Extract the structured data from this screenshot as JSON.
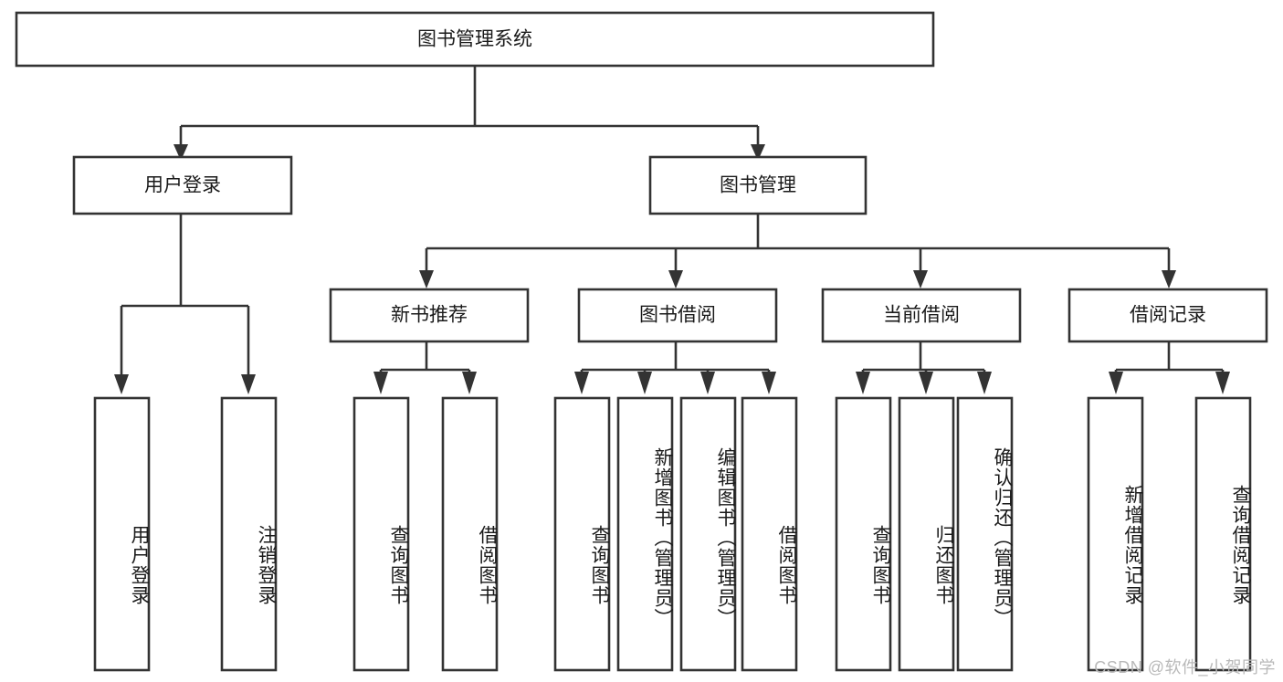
{
  "diagram": {
    "title": "图书管理系统",
    "type": "hierarchy-tree",
    "orientation": "top-down",
    "root": {
      "label": "图书管理系统"
    },
    "level2": [
      {
        "label": "用户登录"
      },
      {
        "label": "图书管理"
      }
    ],
    "level3": [
      {
        "label": "新书推荐"
      },
      {
        "label": "图书借阅"
      },
      {
        "label": "当前借阅"
      },
      {
        "label": "借阅记录"
      }
    ],
    "leaves": {
      "user_login": [
        {
          "label": "用户登录"
        },
        {
          "label": "注销登录"
        }
      ],
      "new_book_recommend": [
        {
          "label": "查询图书"
        },
        {
          "label": "借阅图书"
        }
      ],
      "book_borrow": [
        {
          "label": "查询图书"
        },
        {
          "label": "新增图书（管理员）"
        },
        {
          "label": "编辑图书（管理员）"
        },
        {
          "label": "借阅图书"
        }
      ],
      "current_borrow": [
        {
          "label": "查询图书"
        },
        {
          "label": "归还图书"
        },
        {
          "label": "确认归还（管理员）"
        }
      ],
      "borrow_record": [
        {
          "label": "新增借阅记录"
        },
        {
          "label": "查询借阅记录"
        }
      ]
    }
  },
  "watermark": {
    "text": "CSDN @软件_小贺同学"
  },
  "colors": {
    "stroke": "#333333",
    "fill": "#ffffff",
    "text": "#1a1a1a",
    "watermark": "#b9b9b9"
  }
}
